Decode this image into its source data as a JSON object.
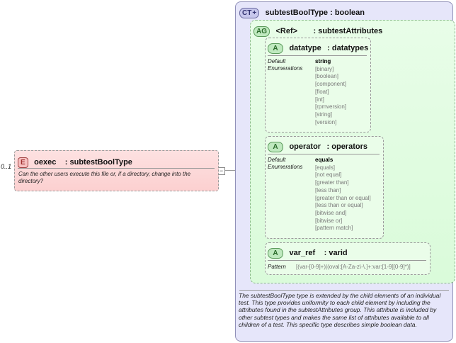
{
  "element": {
    "multiplicity": "0..1",
    "badge": "E",
    "name": "oexec",
    "type": ": subtestBoolType",
    "description": "Can the other users execute this file or, if a directory, change into the directory?",
    "connector_symbol": "−"
  },
  "complex_type": {
    "badge": "CT",
    "badge_symbol": "+",
    "name": "subtestBoolType : boolean",
    "description": "The subtestBoolType type is extended by the child elements of an individual test.  This type provides uniformity to each child element by including the attributes found in the subtestAttributes group.  This attribute is included by other subtest types and makes the same list of attributes available to all children of a test.  This specific type describes simple boolean data."
  },
  "attribute_group": {
    "badge": "AG",
    "ref": "<Ref>",
    "name": ": subtestAttributes"
  },
  "attributes": [
    {
      "badge": "A",
      "name": "datatype",
      "type": ": datatypes",
      "label_default": "Default",
      "label_enum": "Enumerations",
      "default": "string",
      "enumerations": [
        "[binary]",
        "[boolean]",
        "[component]",
        "[float]",
        "[int]",
        "[rpmversion]",
        "[string]",
        "[version]"
      ]
    },
    {
      "badge": "A",
      "name": "operator",
      "type": ": operators",
      "label_default": "Default",
      "label_enum": "Enumerations",
      "default": "equals",
      "enumerations": [
        "[equals]",
        "[not equal]",
        "[greater than]",
        "[less than]",
        "[greater than or equal]",
        "[less than or equal]",
        "[bitwise and]",
        "[bitwise or]",
        "[pattern match]"
      ]
    },
    {
      "badge": "A",
      "name": "var_ref",
      "type": ": varid",
      "label_pattern": "Pattern",
      "pattern": "[(var-[0-9]+)|(oval:[A-Za-z\\-\\.]+:var:[1-9][0-9]*)]"
    }
  ]
}
